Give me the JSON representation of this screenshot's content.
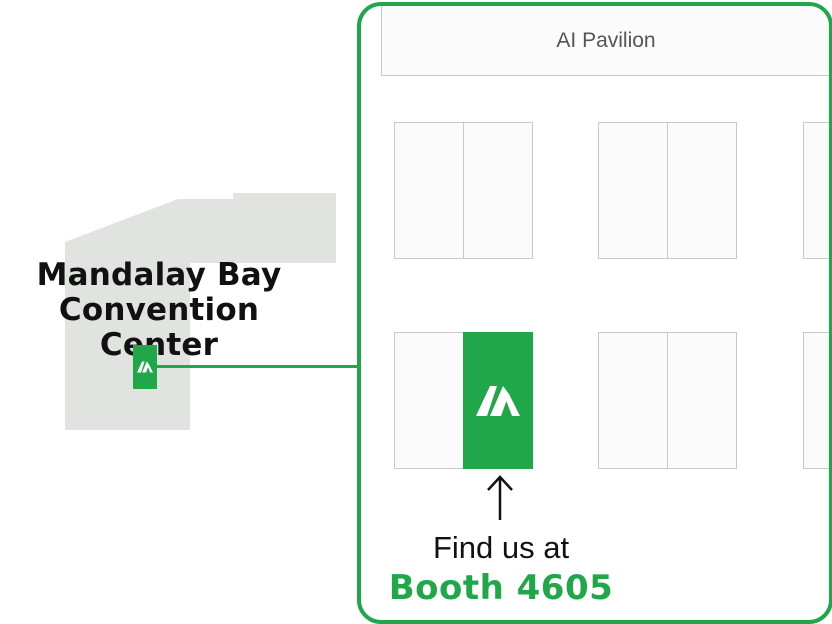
{
  "venue": {
    "name_line1": "Mandalay Bay",
    "name_line2": "Convention Center"
  },
  "floor": {
    "pavilion_label": "AI Pavilion",
    "find_text": "Find us at",
    "booth_text": "Booth 4605"
  },
  "colors": {
    "brand_green": "#1fa74a",
    "building_gray": "#e1e3e1",
    "booth_border": "#c9c9c9"
  },
  "icons": {
    "logo": "brand-logo-icon",
    "arrow": "arrow-up-icon"
  }
}
